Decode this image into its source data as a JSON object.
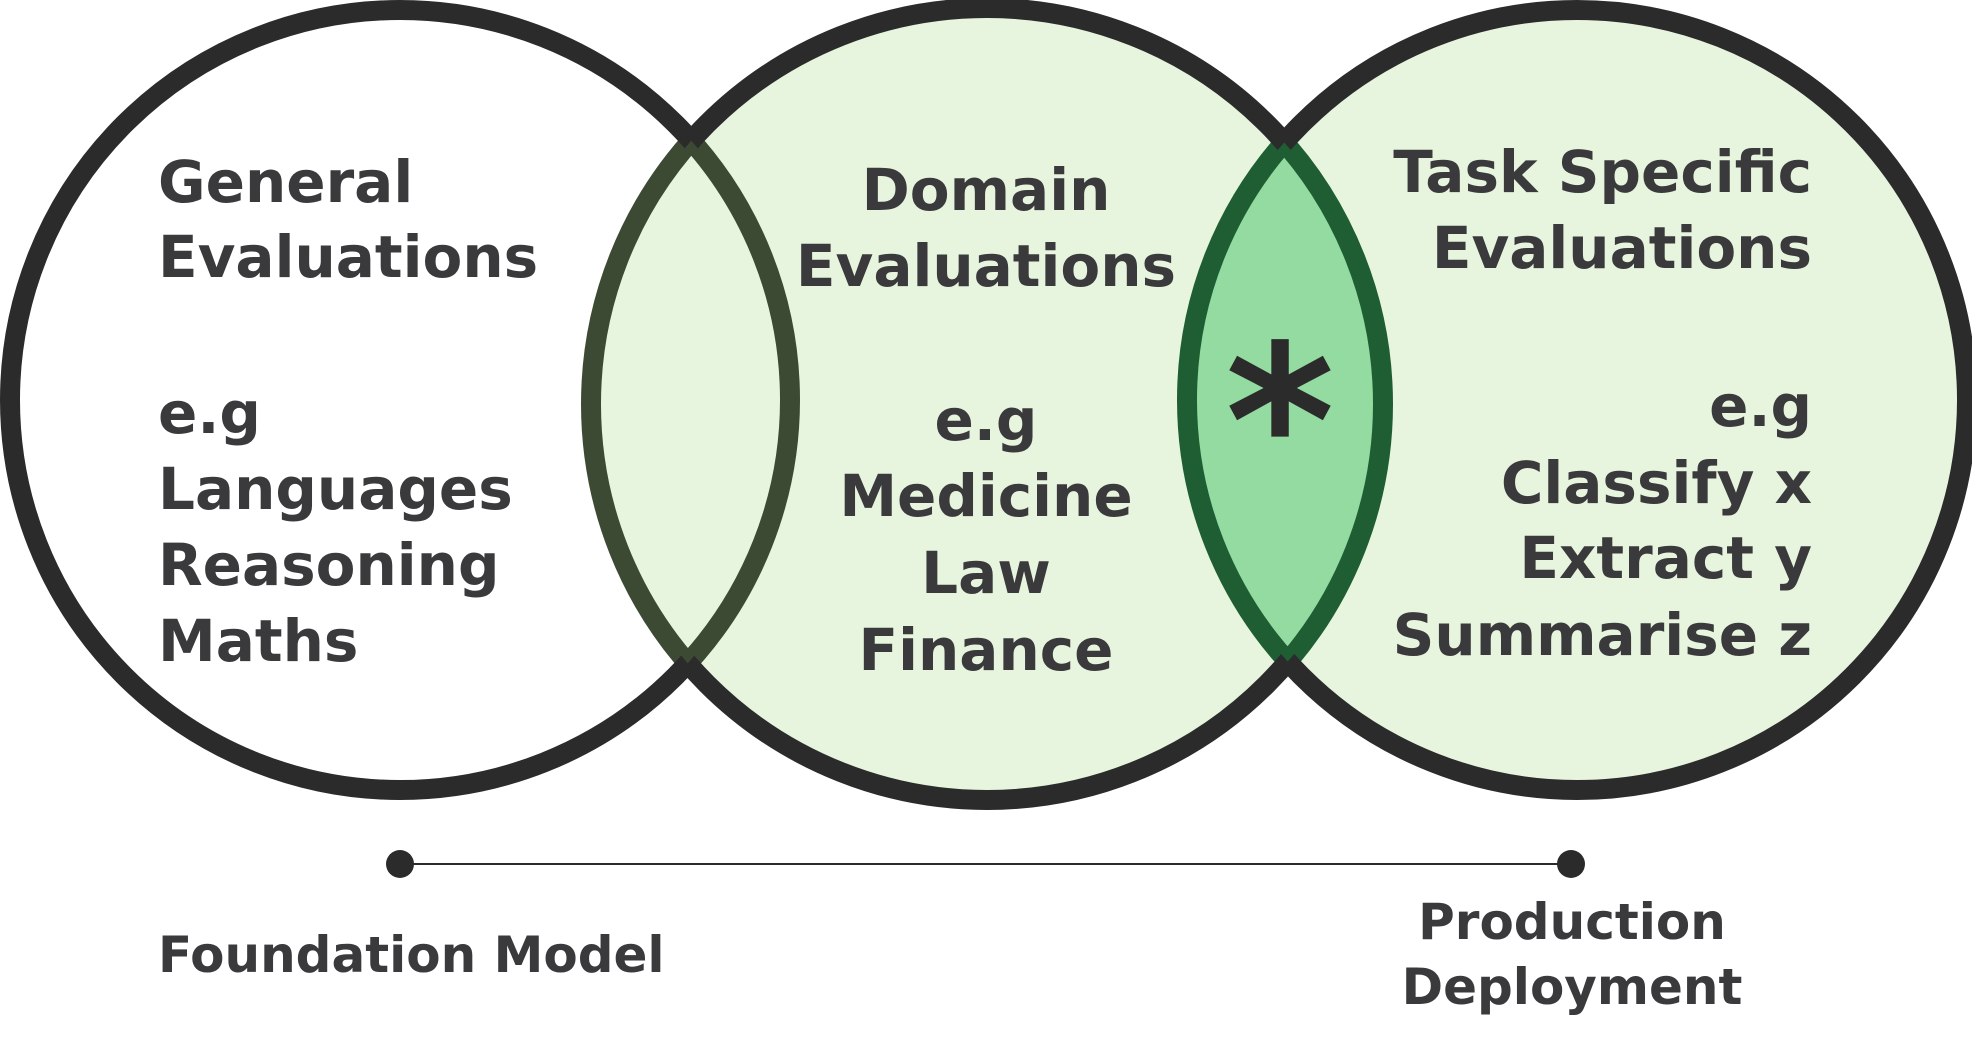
{
  "circles": [
    {
      "id": "general",
      "title_lines": [
        "General",
        "Evaluations"
      ],
      "examples_prefix": "e.g",
      "examples": [
        "Languages",
        "Reasoning",
        "Maths"
      ]
    },
    {
      "id": "domain",
      "title_lines": [
        "Domain",
        "Evaluations"
      ],
      "examples_prefix": "e.g",
      "examples": [
        "Medicine",
        "Law",
        "Finance"
      ]
    },
    {
      "id": "task",
      "title_lines": [
        "Task Specific",
        "Evaluations"
      ],
      "examples_prefix": "e.g",
      "examples": [
        "Classify x",
        "Extract y",
        "Summarise z"
      ]
    }
  ],
  "intersection_marker": "*",
  "timeline": {
    "start_label": "Foundation Model",
    "end_label_lines": [
      "Production",
      "Deployment"
    ]
  },
  "colors": {
    "outline": "#2b2b2b",
    "text": "#3a3a3c",
    "light_fill": "#e8f5de",
    "highlight_fill": "#93dba0",
    "highlight_stroke": "#1f5e33",
    "left_lens_stroke": "#3d4a33"
  }
}
